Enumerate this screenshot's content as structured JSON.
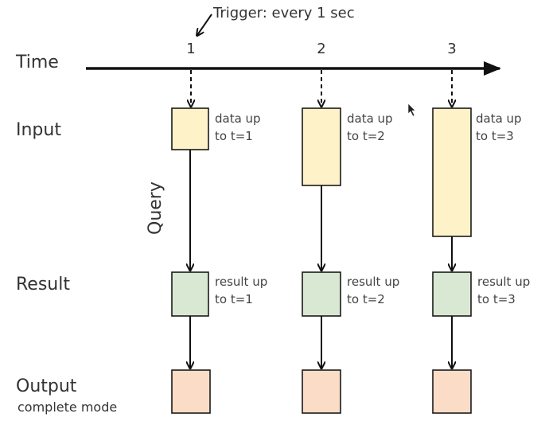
{
  "rows": {
    "time": "Time",
    "input": "Input",
    "result": "Result",
    "output": "Output",
    "output_sub": "complete mode"
  },
  "trigger_label": "Trigger: every 1 sec",
  "query_label": "Query",
  "ticks": [
    "1",
    "2",
    "3"
  ],
  "input_notes": [
    [
      "data up",
      "to t=1"
    ],
    [
      "data up",
      "to t=2"
    ],
    [
      "data up",
      "to t=3"
    ]
  ],
  "result_notes": [
    [
      "result up",
      "to t=1"
    ],
    [
      "result up",
      "to t=2"
    ],
    [
      "result up",
      "to t=3"
    ]
  ],
  "colors": {
    "input": "#fdf2c8",
    "result": "#d8e8d2",
    "output": "#fbdcc6"
  }
}
